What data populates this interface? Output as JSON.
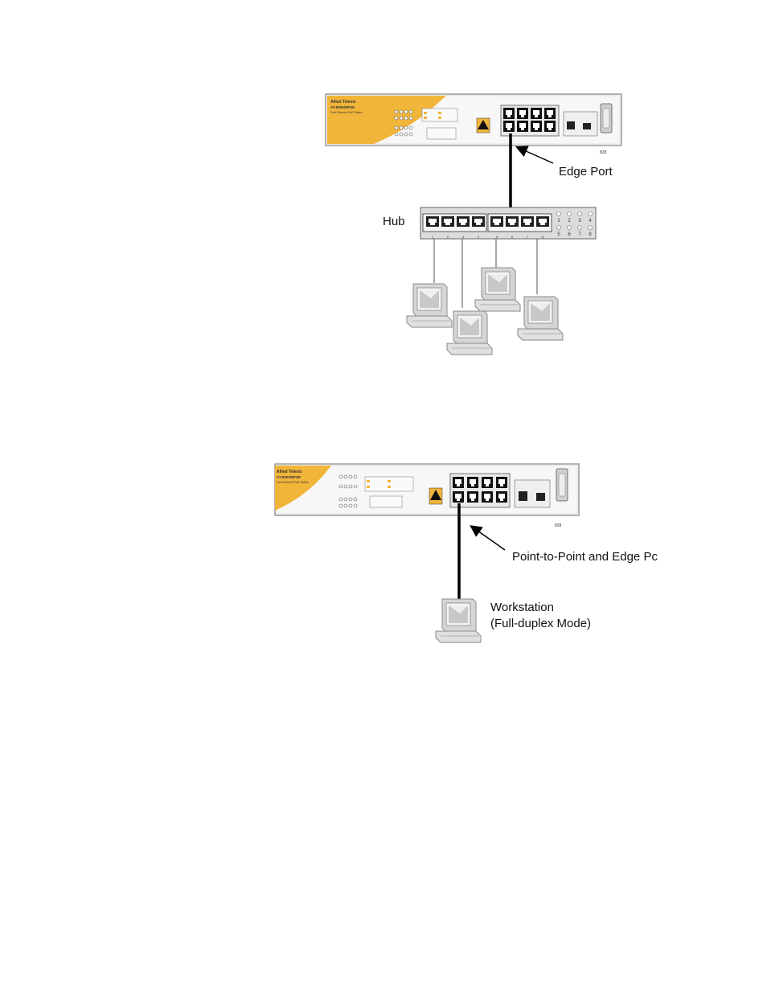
{
  "figure1": {
    "switch": {
      "brand": "Allied Telesis",
      "model": "AT-8000/8POE",
      "subtitle": "Fast Ethernet PoE Switch",
      "accent_color": "#f1b53a",
      "figure_code": "828"
    },
    "edge_port_label": "Edge Port",
    "hub": {
      "label": "Hub",
      "port_numbers": [
        "1",
        "2",
        "3",
        "4",
        "5",
        "6",
        "7",
        "8"
      ],
      "led_numbers": [
        "1",
        "2",
        "3",
        "4",
        "5",
        "6",
        "7",
        "8"
      ]
    },
    "workstation_count": 4
  },
  "figure2": {
    "switch": {
      "brand": "Allied Telesis",
      "model": "AT-8000/8POE",
      "subtitle": "Fast Ethernet PoE Switch",
      "accent_color": "#f1b53a",
      "figure_code": "828"
    },
    "port_label": "Point-to-Point and Edge Pc",
    "workstation_label_line1": "Workstation",
    "workstation_label_line2": "(Full-duplex Mode)"
  },
  "icons": {
    "switch": "ethernet-switch-icon",
    "hub": "network-hub-icon",
    "workstation": "computer-workstation-icon",
    "arrow": "arrow-pointer-icon"
  }
}
